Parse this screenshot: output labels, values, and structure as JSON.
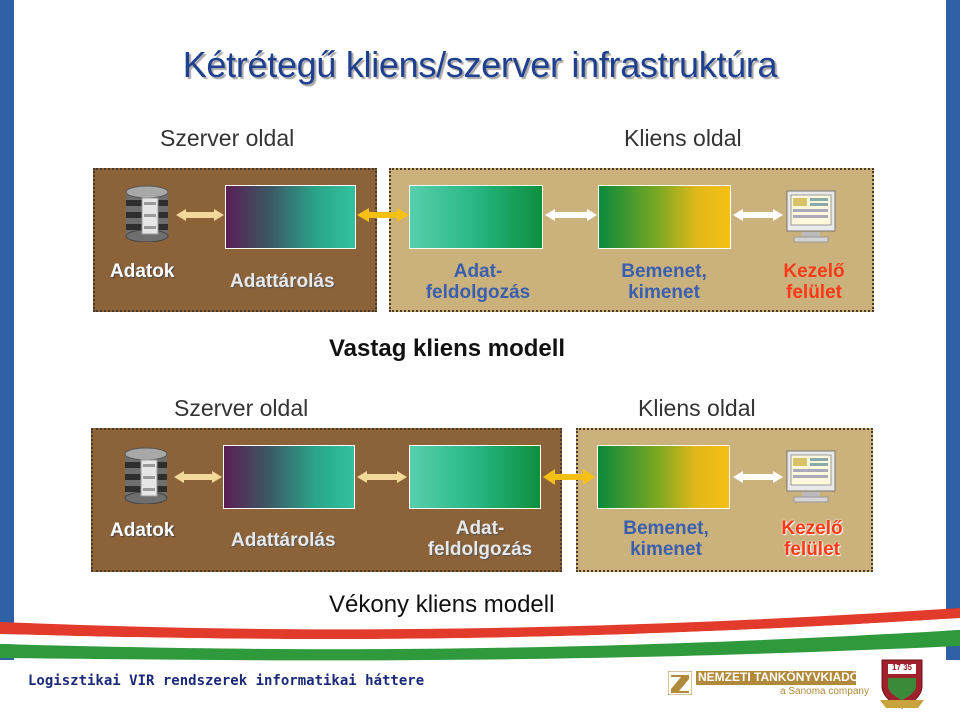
{
  "slide": {
    "title": "Kétrétegű kliens/szerver infrastruktúra",
    "footer": "Logisztikai VIR rendszerek informatikai háttere",
    "publisher_logo": {
      "name": "NEMZETI TANKÖNYVKIADÓ",
      "sub": "a Sanoma company"
    },
    "crest": {
      "year": "17 35"
    }
  },
  "colors": {
    "accent_blue": "#2f5fa5",
    "server_panel": "#8c6239",
    "client_panel": "#cbb27c",
    "red_label": "#ff3a1a",
    "ribbon_red": "#e23a2b",
    "ribbon_green": "#2f9a3c"
  },
  "thick": {
    "server_label": "Szerver oldal",
    "client_label": "Kliens oldal",
    "labels": {
      "adatok": "Adatok",
      "adattarolas": "Adattárolás",
      "adatfeldolgozas_1": "Adat-",
      "adatfeldolgozas_2": "feldolgozás",
      "bemenet_1": "Bemenet,",
      "bemenet_2": "kimenet",
      "kezelo_1": "Kezelő",
      "kezelo_2": "felület"
    },
    "model_title": "Vastag kliens modell",
    "icons": [
      "database-icon",
      "monitor-icon"
    ]
  },
  "thin": {
    "server_label": "Szerver oldal",
    "client_label": "Kliens oldal",
    "labels": {
      "adatok": "Adatok",
      "adattarolas": "Adattárolás",
      "adatfeldolgozas_1": "Adat-",
      "adatfeldolgozas_2": "feldolgozás",
      "bemenet_1": "Bemenet,",
      "bemenet_2": "kimenet",
      "kezelo_1": "Kezelő",
      "kezelo_2": "felület"
    },
    "model_title": "Vékony kliens modell",
    "icons": [
      "database-icon",
      "monitor-icon"
    ]
  }
}
